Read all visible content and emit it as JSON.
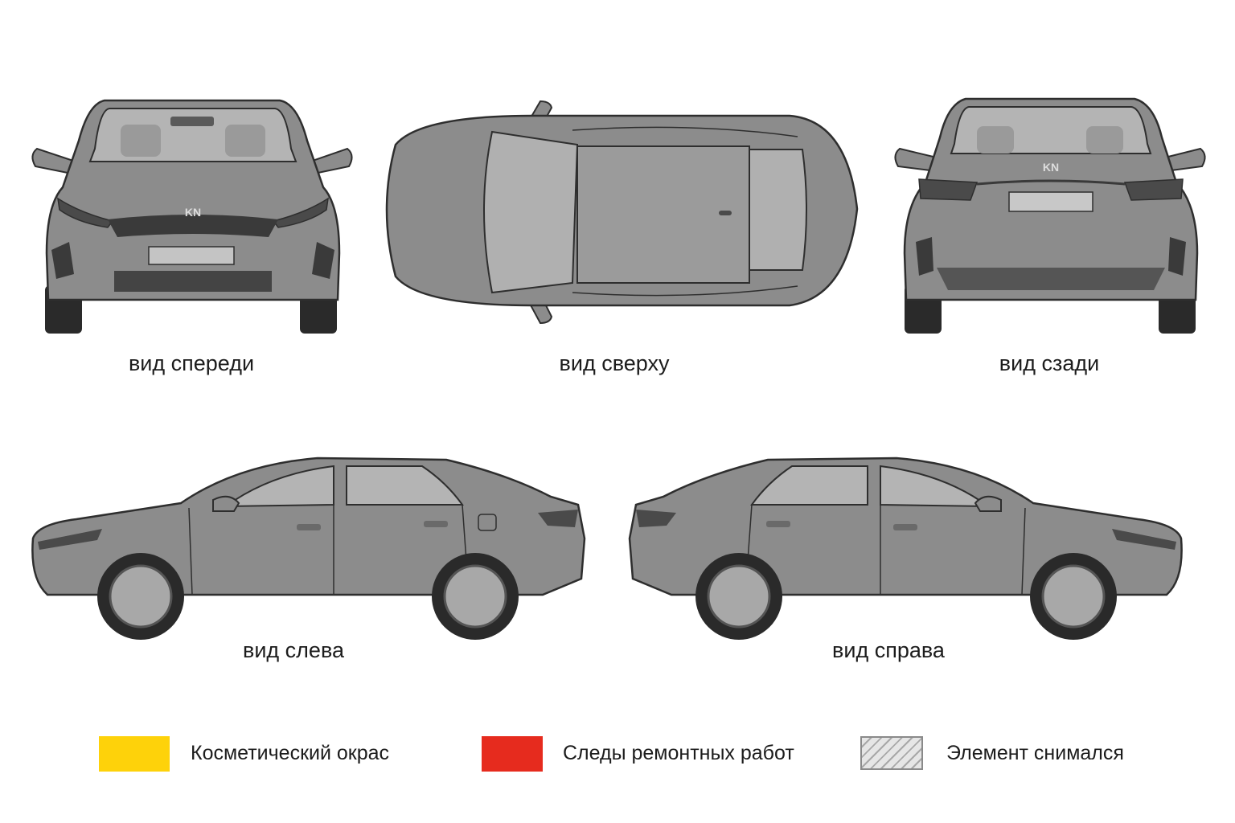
{
  "views": {
    "front": {
      "caption": "вид спереди",
      "logo": "KN"
    },
    "top": {
      "caption": "вид сверху"
    },
    "rear": {
      "caption": "вид сзади",
      "logo": "KN"
    },
    "left": {
      "caption": "вид слева"
    },
    "right": {
      "caption": "вид справа"
    }
  },
  "legend": [
    {
      "label": "Косметический окрас",
      "color": "#fed20a"
    },
    {
      "label": "Следы ремонтных работ",
      "color": "#e62b1e"
    },
    {
      "label": "Элемент снимался",
      "pattern": "hatch"
    }
  ],
  "colors": {
    "body": "#8c8c8c",
    "glass": "#b4b4b4",
    "outline": "#2e2e2e",
    "tyre": "#2a2a2a"
  }
}
